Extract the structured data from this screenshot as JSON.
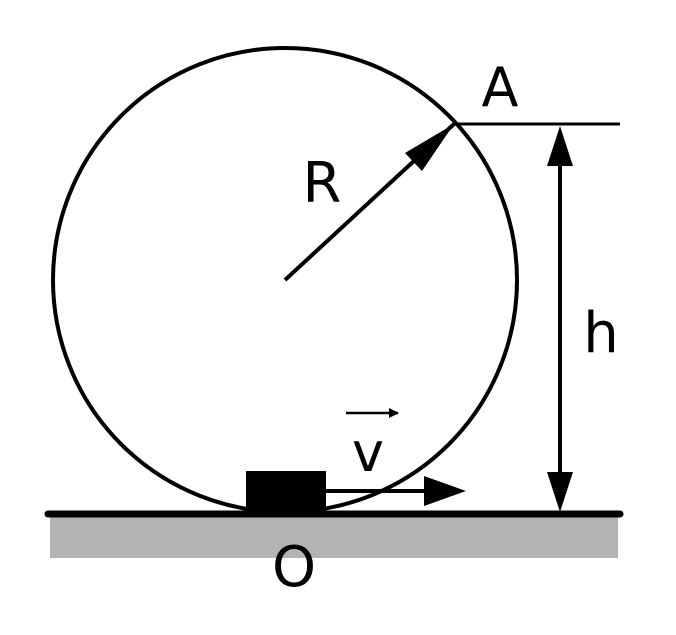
{
  "labels": {
    "point_a": "A",
    "radius": "R",
    "height": "h",
    "velocity": "v",
    "origin": "O"
  },
  "colors": {
    "stroke": "#000000",
    "ground_fill": "#b3b3b3",
    "block_fill": "#000000",
    "background": "#ffffff"
  }
}
